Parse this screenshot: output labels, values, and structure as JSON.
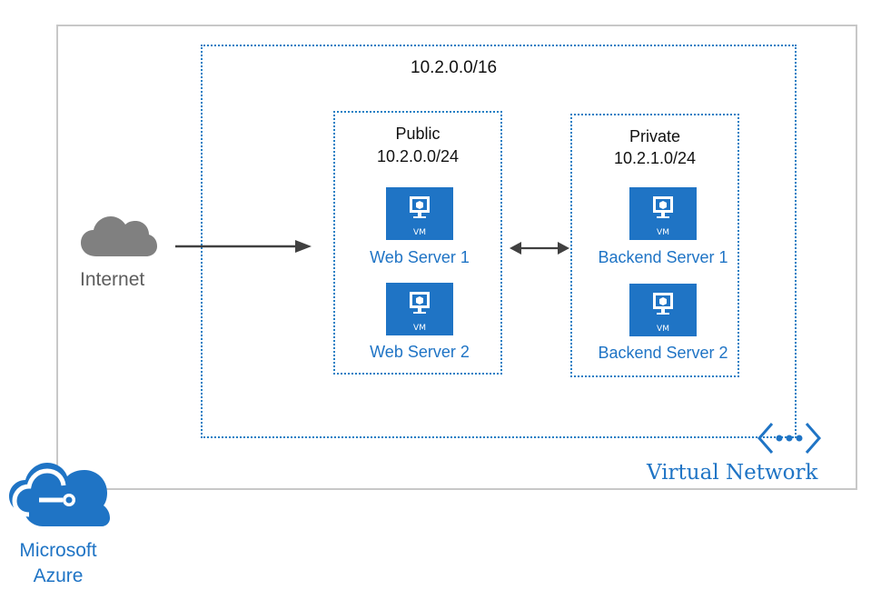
{
  "diagram": {
    "outer_container": {
      "brand": {
        "line1": "Microsoft",
        "line2": "Azure",
        "icon": "azure-cloud-icon",
        "color": "#1f74c5"
      }
    },
    "virtual_network": {
      "label": "Virtual Network",
      "address_space": "10.2.0.0/16",
      "icon": "virtual-network-icon",
      "border_color": "#1f7fc4"
    },
    "internet": {
      "label": "Internet",
      "icon": "cloud-icon",
      "color": "#777777"
    },
    "subnets": [
      {
        "name": "Public",
        "cidr": "10.2.0.0/24",
        "servers": [
          {
            "label": "Web Server 1",
            "icon": "vm-icon",
            "badge": "VM"
          },
          {
            "label": "Web Server 2",
            "icon": "vm-icon",
            "badge": "VM"
          }
        ]
      },
      {
        "name": "Private",
        "cidr": "10.2.1.0/24",
        "servers": [
          {
            "label": "Backend Server 1",
            "icon": "vm-icon",
            "badge": "VM"
          },
          {
            "label": "Backend Server 2",
            "icon": "vm-icon",
            "badge": "VM"
          }
        ]
      }
    ],
    "connections": [
      {
        "from": "Internet",
        "to": "Public",
        "direction": "one-way"
      },
      {
        "from": "Public",
        "to": "Private",
        "direction": "two-way"
      }
    ]
  }
}
